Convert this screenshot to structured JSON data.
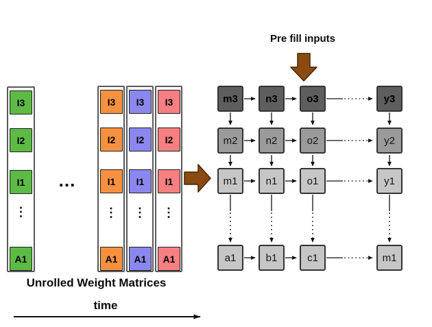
{
  "labels": {
    "prefill": "Pre fill inputs",
    "unrolled": "Unrolled Weight Matrices",
    "time": "time",
    "ellipsis": "...",
    "vdots": "⋮"
  },
  "colors": {
    "green": "#5cba45",
    "orange": "#f79140",
    "blue": "#8a87ee",
    "pink": "#f57f81",
    "grid_dark": "#5e5e5e",
    "grid_medium": "#9b9b9b",
    "grid_light": "#c6c6c6",
    "arrow_brown": "#8b4a0f"
  },
  "icons": {
    "flow_right_arrow": "brown right-pointing block arrow",
    "prefill_down_arrow": "brown down-pointing block arrow",
    "time_axis_arrow": "black right axis arrow"
  },
  "matrices": {
    "single": {
      "color_name": "green",
      "cells": [
        "I3",
        "I2",
        "I1",
        "A1"
      ]
    },
    "stacked": [
      {
        "color_name": "orange",
        "cells": [
          "I3",
          "I2",
          "I1",
          "A1"
        ]
      },
      {
        "color_name": "blue",
        "cells": [
          "I3",
          "I2",
          "I1",
          "A1"
        ]
      },
      {
        "color_name": "pink",
        "cells": [
          "I3",
          "I2",
          "I1",
          "A1"
        ]
      }
    ]
  },
  "grid": {
    "rows": [
      {
        "shade": "dark",
        "cells": [
          "m3",
          "n3",
          "o3",
          "y3"
        ]
      },
      {
        "shade": "medium",
        "cells": [
          "m2",
          "n2",
          "o2",
          "y2"
        ]
      },
      {
        "shade": "light",
        "cells": [
          "m1",
          "n1",
          "o1",
          "y1"
        ]
      },
      {
        "shade": "light",
        "cells": [
          "a1",
          "b1",
          "c1",
          "m1"
        ]
      }
    ]
  }
}
